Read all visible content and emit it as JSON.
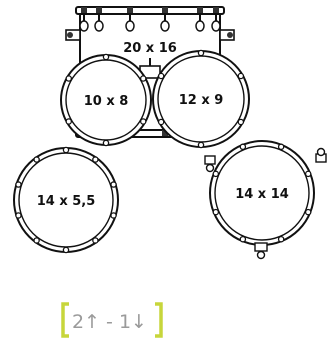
{
  "drums": {
    "bass_drum": {
      "label": "20 x 16"
    },
    "rack_tom_1": {
      "label": "10 x 8"
    },
    "rack_tom_2": {
      "label": "12 x 9"
    },
    "snare": {
      "label": "14 x 5,5"
    },
    "floor_tom": {
      "label": "14 x 14"
    }
  },
  "configuration": {
    "label": "2↑ - 1↓"
  },
  "colors": {
    "accent": "#c7d63b",
    "outline": "#111111",
    "config_text": "#9a9a9a"
  }
}
